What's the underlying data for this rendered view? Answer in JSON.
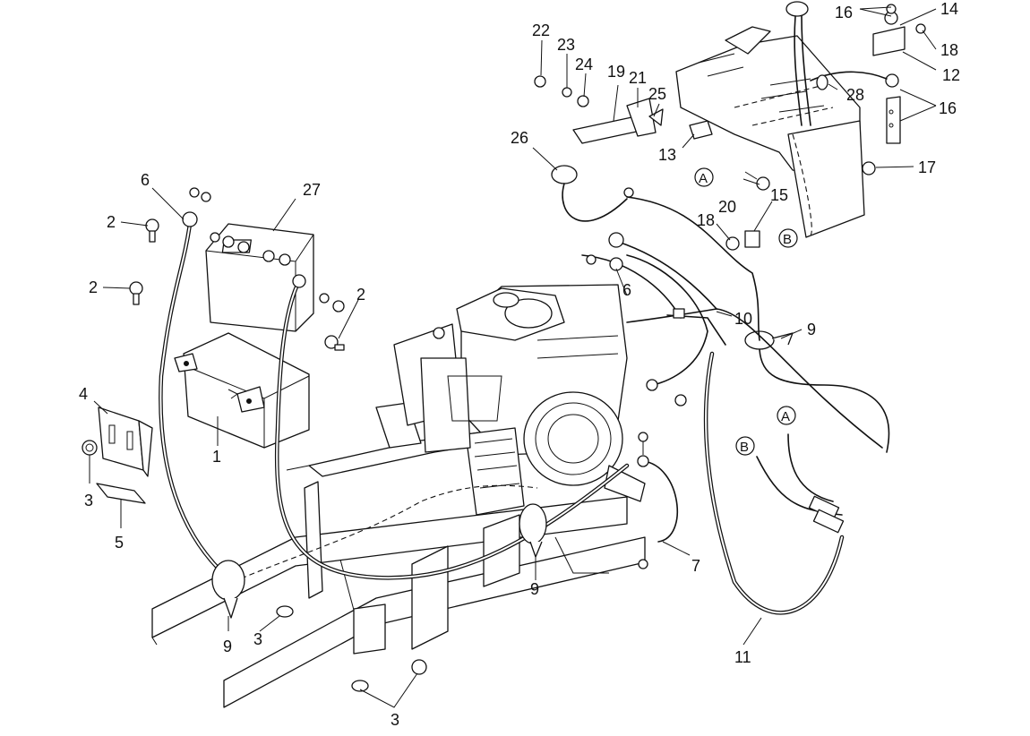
{
  "callouts": [
    {
      "id": "c1",
      "text": "1"
    },
    {
      "id": "c2a",
      "text": "2"
    },
    {
      "id": "c2b",
      "text": "2"
    },
    {
      "id": "c2c",
      "text": "2"
    },
    {
      "id": "c3a",
      "text": "3"
    },
    {
      "id": "c3b",
      "text": "3"
    },
    {
      "id": "c3c",
      "text": "3"
    },
    {
      "id": "c4",
      "text": "4"
    },
    {
      "id": "c5",
      "text": "5"
    },
    {
      "id": "c6a",
      "text": "6"
    },
    {
      "id": "c6b",
      "text": "6"
    },
    {
      "id": "c7",
      "text": "7"
    },
    {
      "id": "c9a",
      "text": "9"
    },
    {
      "id": "c9b",
      "text": "9"
    },
    {
      "id": "c9c",
      "text": "9"
    },
    {
      "id": "c10",
      "text": "10"
    },
    {
      "id": "c11",
      "text": "11"
    },
    {
      "id": "c12",
      "text": "12"
    },
    {
      "id": "c13",
      "text": "13"
    },
    {
      "id": "c14",
      "text": "14"
    },
    {
      "id": "c15",
      "text": "15"
    },
    {
      "id": "c16a",
      "text": "16"
    },
    {
      "id": "c16b",
      "text": "16"
    },
    {
      "id": "c17",
      "text": "17"
    },
    {
      "id": "c18a",
      "text": "18"
    },
    {
      "id": "c18b",
      "text": "18"
    },
    {
      "id": "c19",
      "text": "19"
    },
    {
      "id": "c20",
      "text": "20"
    },
    {
      "id": "c21",
      "text": "21"
    },
    {
      "id": "c22",
      "text": "22"
    },
    {
      "id": "c23",
      "text": "23"
    },
    {
      "id": "c24",
      "text": "24"
    },
    {
      "id": "c25",
      "text": "25"
    },
    {
      "id": "c26",
      "text": "26"
    },
    {
      "id": "c27",
      "text": "27"
    },
    {
      "id": "c28",
      "text": "28"
    }
  ],
  "connection_refs": [
    {
      "id": "refA1",
      "text": "A"
    },
    {
      "id": "refB1",
      "text": "B"
    },
    {
      "id": "refA2",
      "text": "A"
    },
    {
      "id": "refB2",
      "text": "B"
    }
  ]
}
